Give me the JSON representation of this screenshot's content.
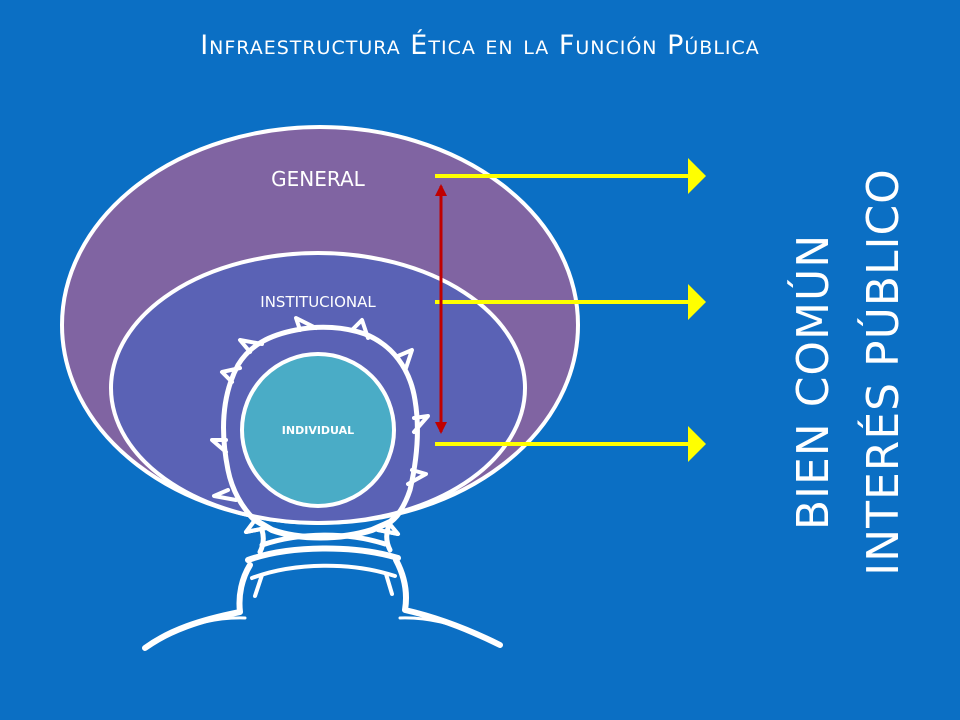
{
  "title": "Infraestructura Ética en la Función Pública",
  "levels": {
    "general": "GENERAL",
    "institucional": "INSTITUCIONAL",
    "individual": "INDIVIDUAL"
  },
  "side_text": {
    "line1": "BIEN COMÚN",
    "line2": "INTERÉS PÚBLICO"
  },
  "colors": {
    "background": "#0b6fc4",
    "general_ellipse": "#8064a2",
    "institucional_ellipse": "#5a62b5",
    "individual_circle": "#4aacc6",
    "arrows": "#ffff00",
    "vertical_arrow": "#c00000"
  }
}
